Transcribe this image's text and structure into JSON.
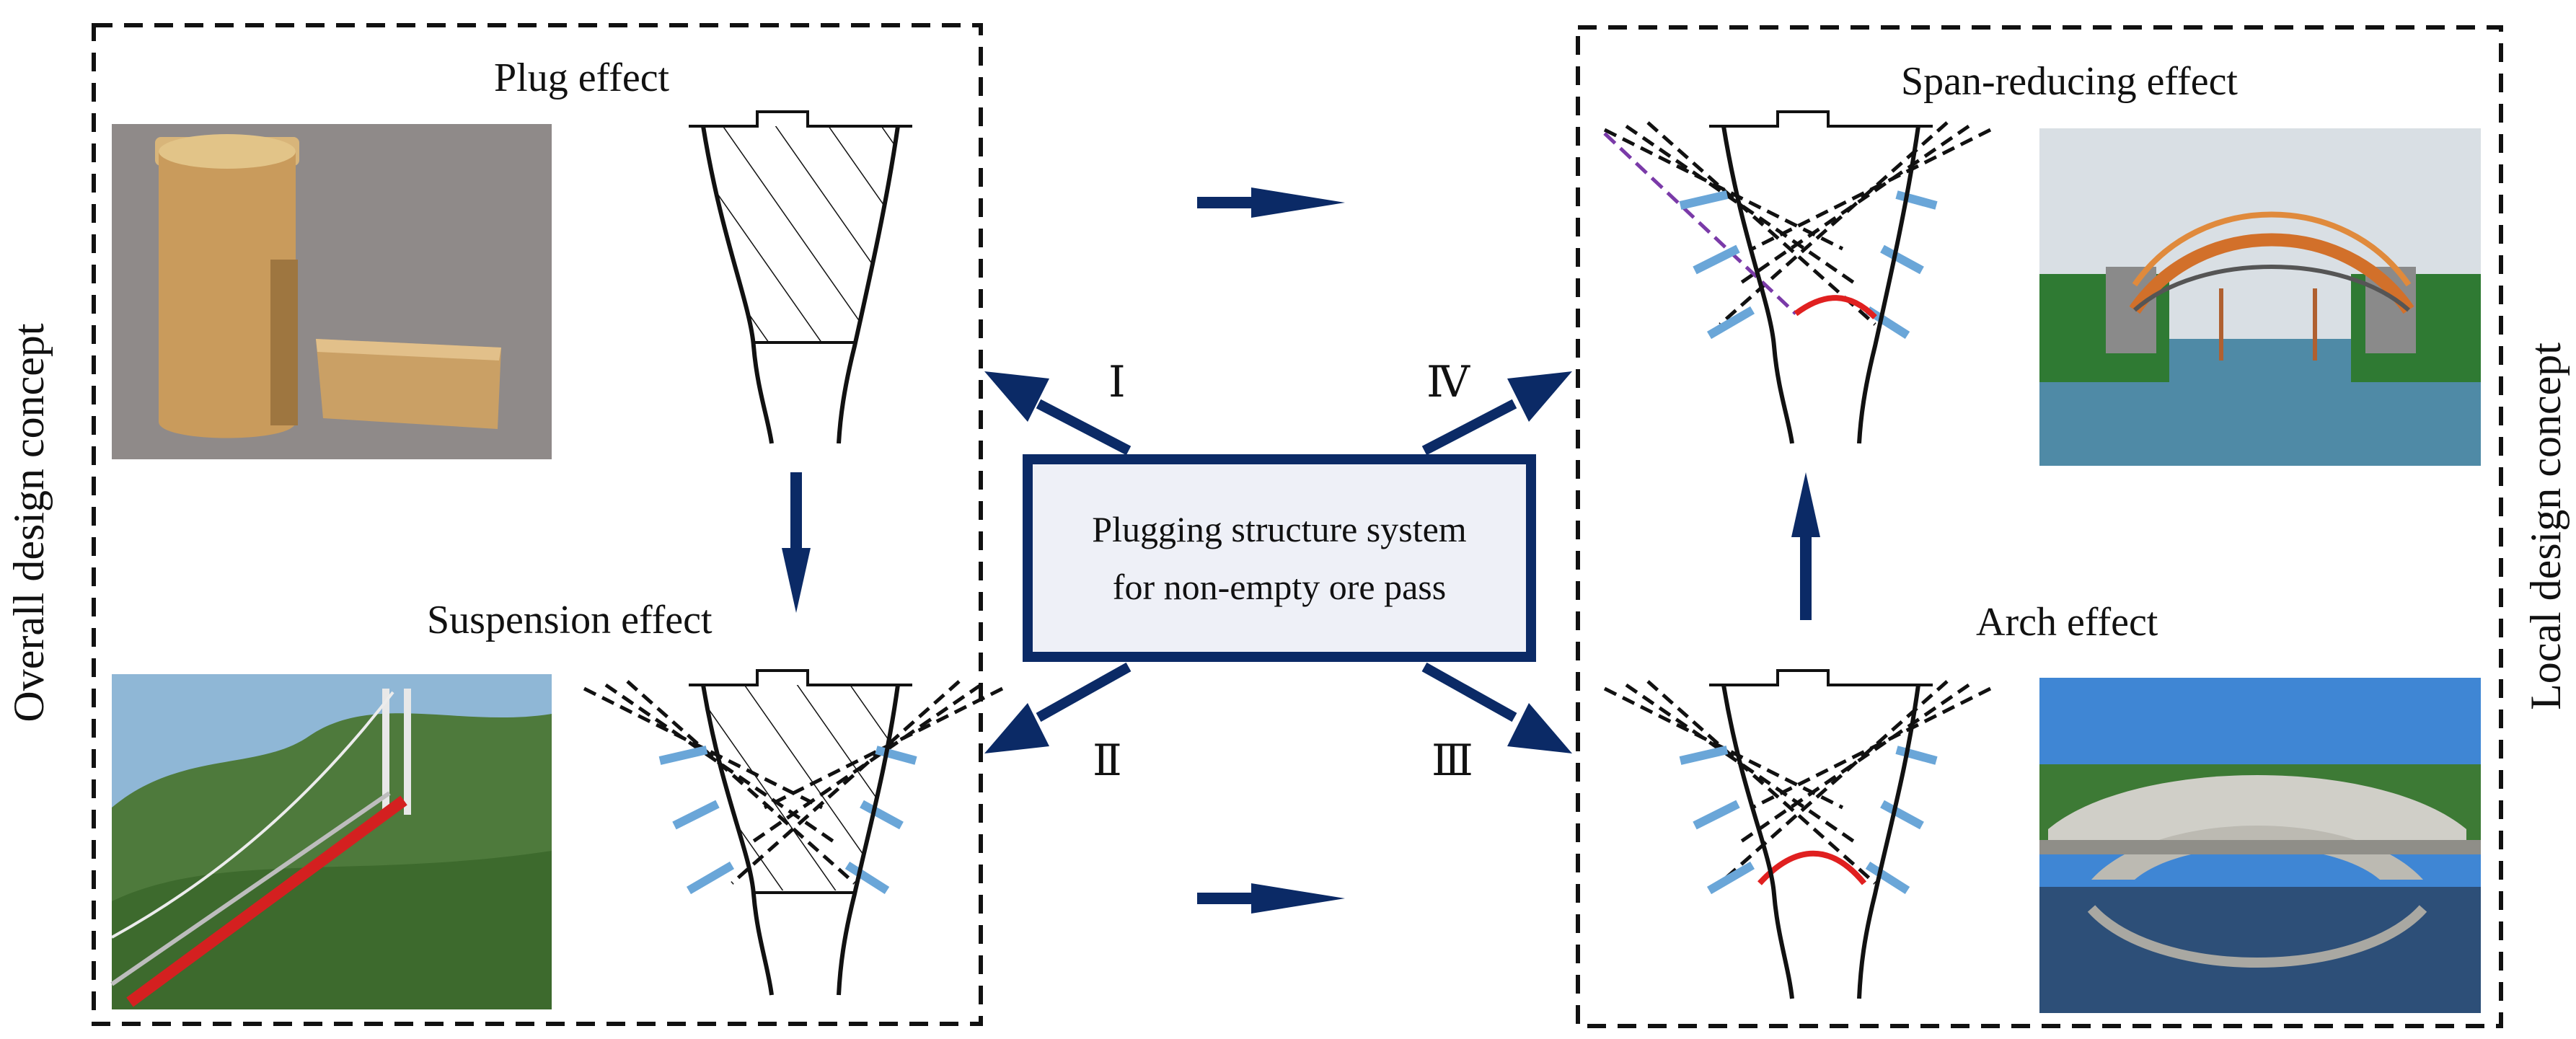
{
  "side_labels": {
    "left": "Overall design concept",
    "right": "Local design concept"
  },
  "effects": {
    "plug": "Plug effect",
    "suspension": "Suspension effect",
    "span_reducing": "Span-reducing effect",
    "arch": "Arch effect"
  },
  "center": {
    "line1": "Plugging structure system",
    "line2": "for non-empty ore pass"
  },
  "roman": {
    "i": "Ⅰ",
    "ii": "Ⅱ",
    "iii": "Ⅲ",
    "iv": "Ⅳ"
  },
  "colors": {
    "arrow": "#0b2a66",
    "anchor": "#6aa6d8",
    "arch_curve": "#e02020",
    "extension_line": "#7a3aa8"
  }
}
